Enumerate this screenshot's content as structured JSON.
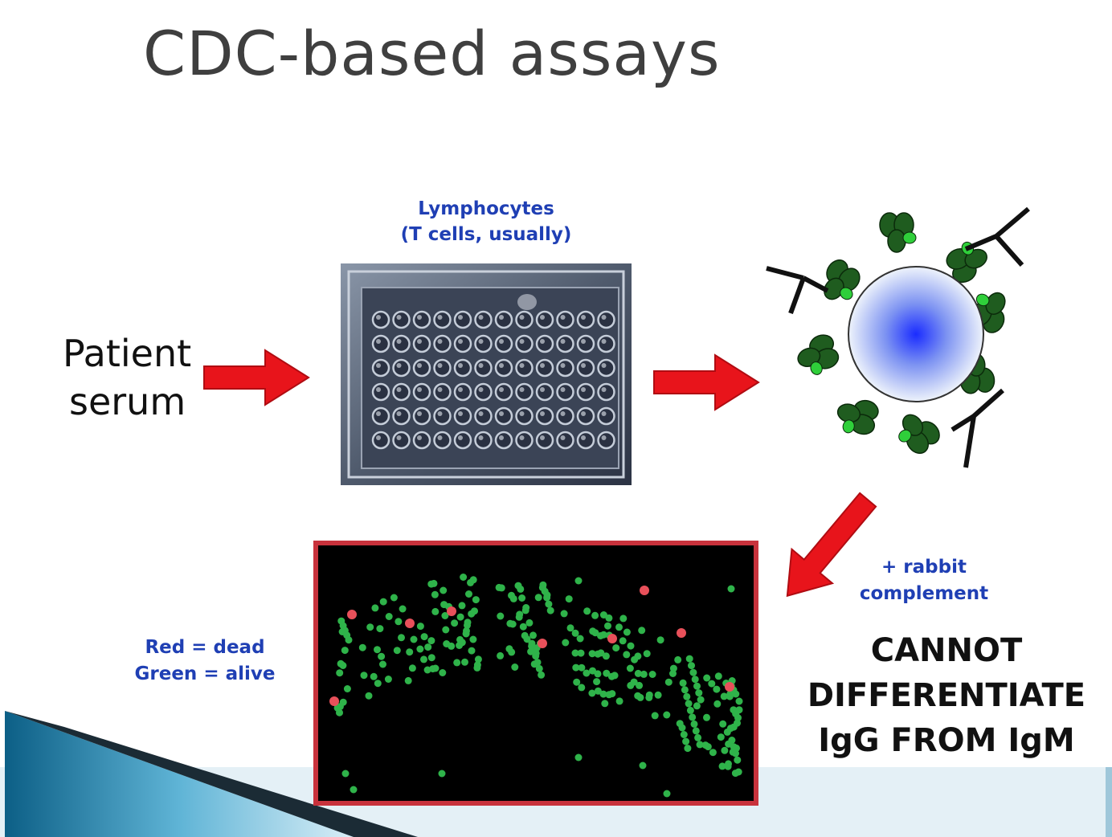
{
  "title": "CDC-based assays",
  "patient_label": {
    "line1": "Patient",
    "line2": "serum"
  },
  "lymphocytes_caption": {
    "line1": "Lymphocytes",
    "line2": "(T cells, usually)"
  },
  "complement_label": {
    "line1": "+ rabbit",
    "line2": "complement"
  },
  "legend": {
    "line1": "Red = dead",
    "line2": "Green = alive"
  },
  "conclusion": {
    "line1": "CANNOT",
    "line2": "DIFFERENTIATE",
    "line3": "IgG FROM IgM"
  },
  "colors": {
    "title": "#3f3f3f",
    "caption_blue": "#1f3fb4",
    "arrow_red": "#e8141b",
    "antibody_green": "#1f5c1f",
    "complement_green": "#2fcf3a",
    "dead_cell": "#e8505a",
    "alive_cell": "#2fb34a",
    "micro_border": "#c8323c"
  },
  "icons": {
    "arrows": "red-block-arrow",
    "plate": "microtiter-plate-photo",
    "cell": "lymphocyte-with-bound-antibodies",
    "micro": "fluorescence-microscopy-image",
    "decor": "blue-swoosh-band"
  }
}
